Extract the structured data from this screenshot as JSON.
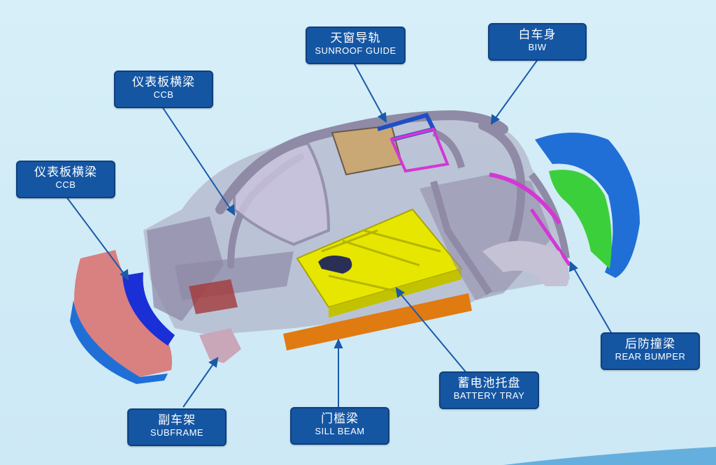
{
  "labels": {
    "sunroof": {
      "zh": "天窗导轨",
      "en": "SUNROOF GUIDE"
    },
    "biw": {
      "zh": "白车身",
      "en": "BIW"
    },
    "ccb_upper": {
      "zh": "仪表板横梁",
      "en": "CCB"
    },
    "ccb_lower": {
      "zh": "仪表板横梁",
      "en": "CCB"
    },
    "rear_bumper": {
      "zh": "后防撞梁",
      "en": "REAR BUMPER"
    },
    "battery_tray": {
      "zh": "蓄电池托盘",
      "en": "BATTERY TRAY"
    },
    "sill_beam": {
      "zh": "门槛梁",
      "en": "SILL BEAM"
    },
    "subframe": {
      "zh": "副车架",
      "en": "SUBFRAME"
    }
  },
  "colors": {
    "label_bg": "#1556a3",
    "leader_line": "#1a5aa8",
    "frame": "#8f8aa6",
    "battery": "#e6e600",
    "sill": "#e07b12",
    "front_bumper": "#d98080",
    "front_beam": "#1a2fd6",
    "rear_bumper_green": "#3ccf3c",
    "rear_bumper_blue": "#1f6fd6",
    "sunroof": "#c9a875",
    "magenta": "#d437d4"
  }
}
